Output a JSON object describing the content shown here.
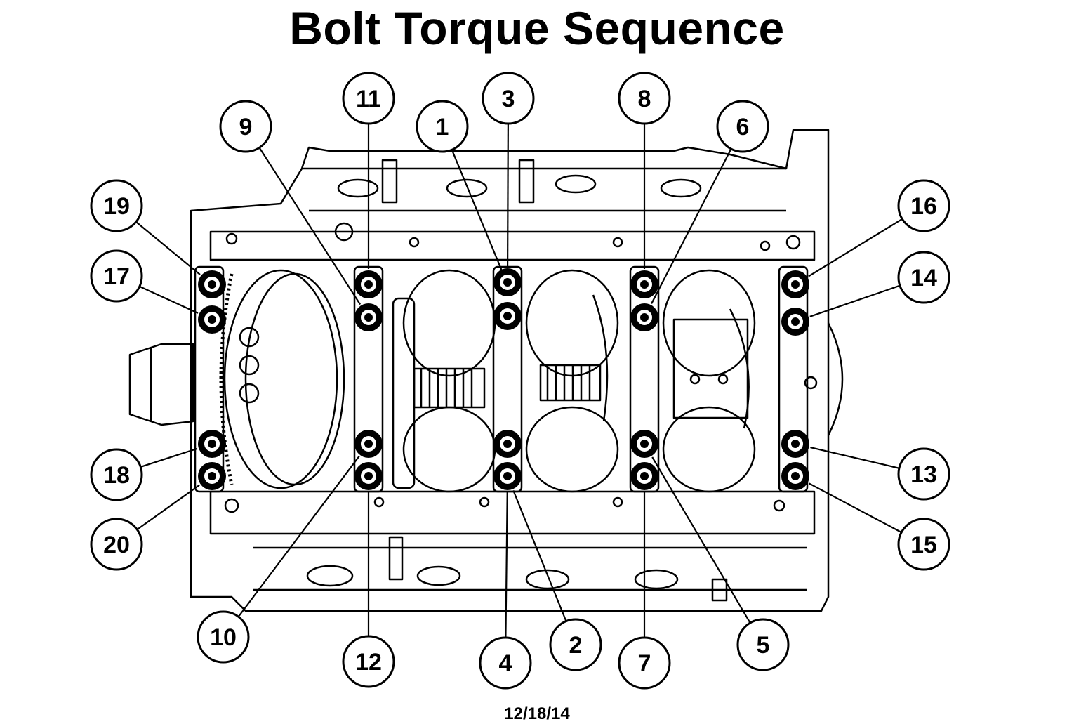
{
  "title": "Bolt Torque Sequence",
  "footer_date": "12/18/14",
  "callouts": [
    "1",
    "2",
    "3",
    "4",
    "5",
    "6",
    "7",
    "8",
    "9",
    "10",
    "11",
    "12",
    "13",
    "14",
    "15",
    "16",
    "17",
    "18",
    "19",
    "20"
  ]
}
